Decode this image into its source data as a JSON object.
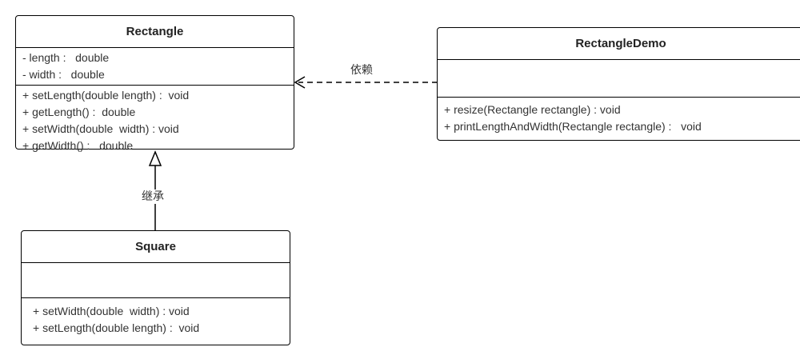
{
  "classes": {
    "rectangle": {
      "name": "Rectangle",
      "attributes": [
        "- length :   double",
        "- width :   double"
      ],
      "operations": [
        "+ setLength(double length) :  void",
        "+ getLength() :  double",
        "+ setWidth(double  width) : void",
        "+ getWidth() :   double"
      ]
    },
    "rectangle_demo": {
      "name": "RectangleDemo",
      "attributes": [],
      "operations": [
        "+ resize(Rectangle rectangle) : void",
        "+ printLengthAndWidth(Rectangle rectangle) :   void"
      ]
    },
    "square": {
      "name": "Square",
      "attributes": [],
      "operations": [
        "+ setWidth(double  width) : void",
        "+ setLength(double length) :  void"
      ]
    }
  },
  "relations": {
    "dependency": {
      "label": "依赖",
      "from": "RectangleDemo",
      "to": "Rectangle",
      "style": "dashed-open-arrow"
    },
    "inheritance": {
      "label": "继承",
      "from": "Square",
      "to": "Rectangle",
      "style": "solid-hollow-triangle"
    }
  },
  "colors": {
    "line": "#000000",
    "text": "#333333",
    "background": "#ffffff"
  }
}
